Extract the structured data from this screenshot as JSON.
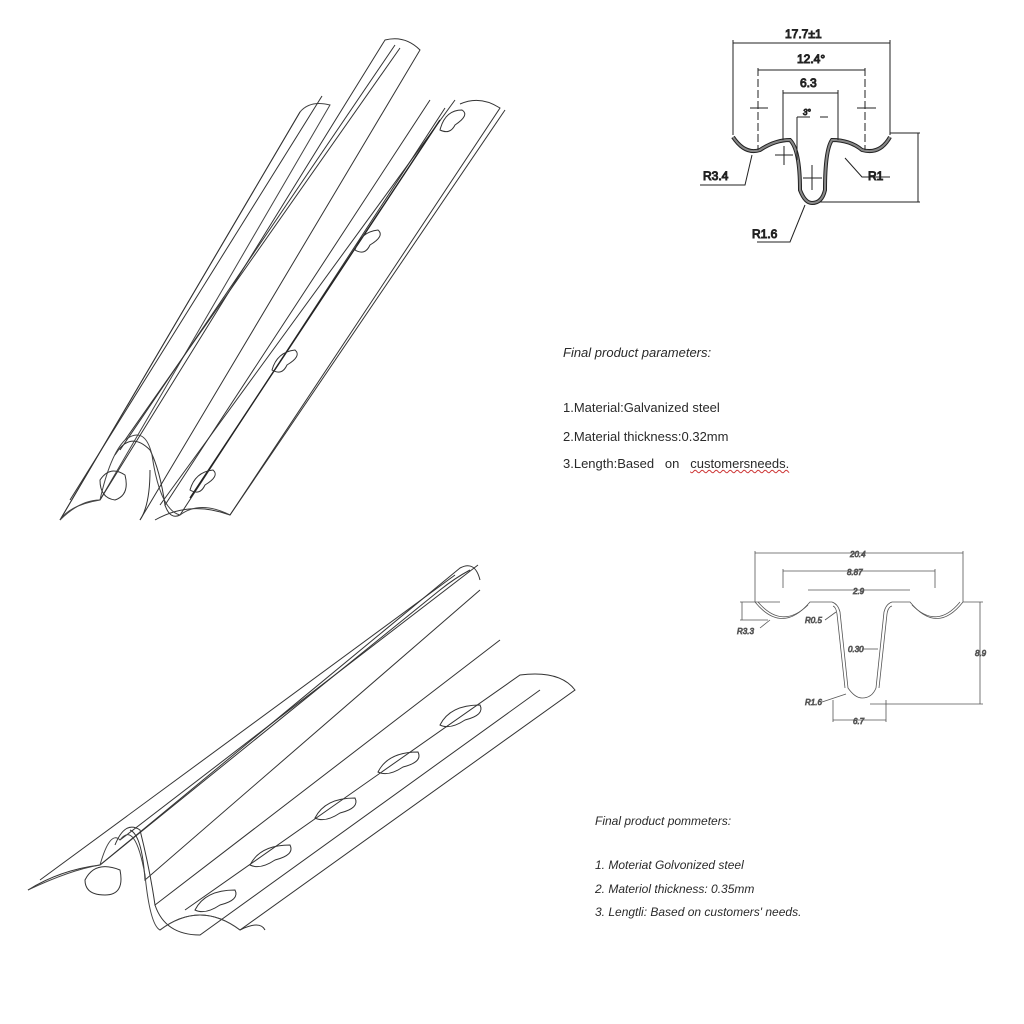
{
  "profile_1": {
    "dims": {
      "overall": "17.7±1",
      "mid": "12.4°",
      "inner": "6.3",
      "angle": "3°",
      "r_outer": "R3.4",
      "r_top": "R1",
      "r_bottom": "R1.6"
    }
  },
  "params_1": {
    "title": "Final  product  parameters:",
    "lines": [
      "1.Material:Galvanized     steel",
      "2.Material     thickness:0.32mm",
      "3.Length:Based   on   "
    ],
    "line3_tail": "customersneeds."
  },
  "profile_2": {
    "dims": {
      "overall": "20.4",
      "mid": "8.87",
      "inner": "2.9",
      "r_outer": "R3.3",
      "r_top": "R0.5",
      "thickness": "0.30",
      "r_bottom": "R1.6",
      "height": "8.9",
      "bottom_width": "6.7"
    }
  },
  "params_2": {
    "title": "Final product pommeters:",
    "lines": [
      "1.  Moteriat Golvonized steel",
      "2.  Materiol thickness: 0.35mm",
      "3.  Lengtli: Based on customers' needs."
    ]
  }
}
